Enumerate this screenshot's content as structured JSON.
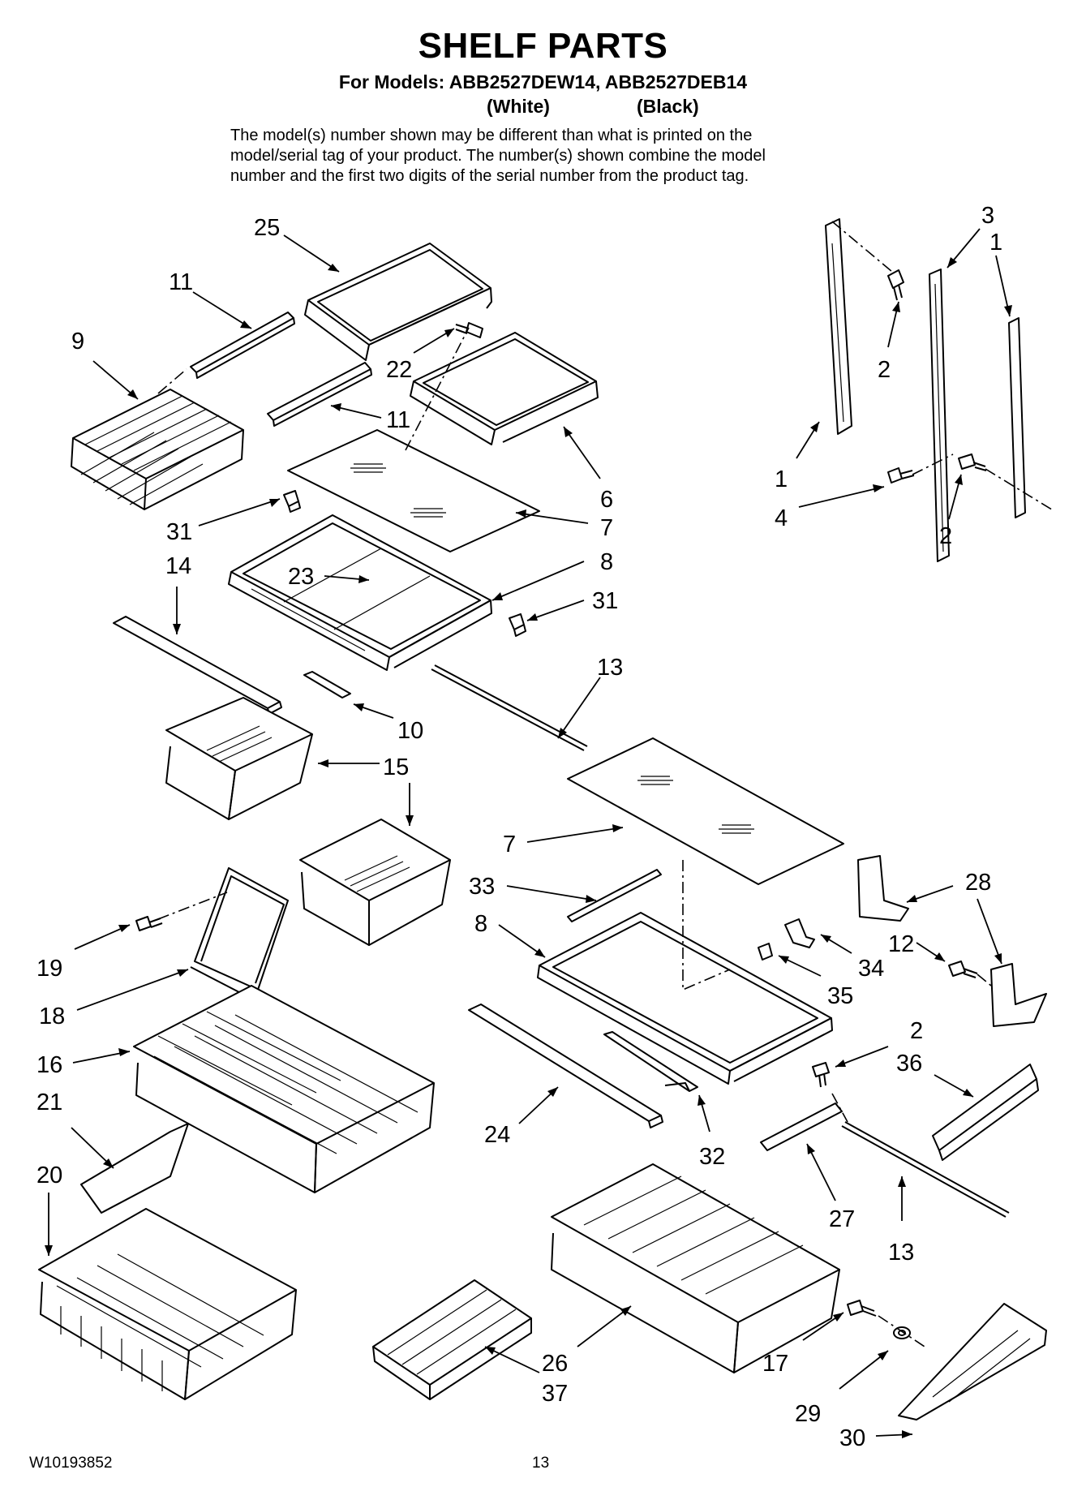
{
  "header": {
    "title": "SHELF PARTS",
    "subtitle": "For Models: ABB2527DEW14, ABB2527DEB14",
    "variant_white": "(White)",
    "variant_black": "(Black)",
    "description": [
      "The model(s) number shown may be different than what is printed on the",
      "model/serial tag of your product. The number(s) shown combine the model",
      "number and the first two digits of the serial number from the product tag."
    ]
  },
  "footer": {
    "doc_number": "W10193852",
    "page_number": "13"
  },
  "callouts": {
    "c25": "25",
    "c11a": "11",
    "c9": "9",
    "c22": "22",
    "c11b": "11",
    "c6": "6",
    "c7a": "7",
    "c31a": "31",
    "c14": "14",
    "c23": "23",
    "c8a": "8",
    "c31b": "31",
    "c13a": "13",
    "c10": "10",
    "c15": "15",
    "c7b": "7",
    "c33": "33",
    "c8b": "8",
    "c19": "19",
    "c18": "18",
    "c16": "16",
    "c21": "21",
    "c20": "20",
    "c28": "28",
    "c12": "12",
    "c34": "34",
    "c35": "35",
    "c2d": "2",
    "c36": "36",
    "c24": "24",
    "c32": "32",
    "c27": "27",
    "c13b": "13",
    "c26": "26",
    "c37": "37",
    "c17": "17",
    "c29": "29",
    "c30": "30",
    "c3": "3",
    "c1a": "1",
    "c2a": "2",
    "c1b": "1",
    "c4": "4",
    "c2b": "2"
  }
}
